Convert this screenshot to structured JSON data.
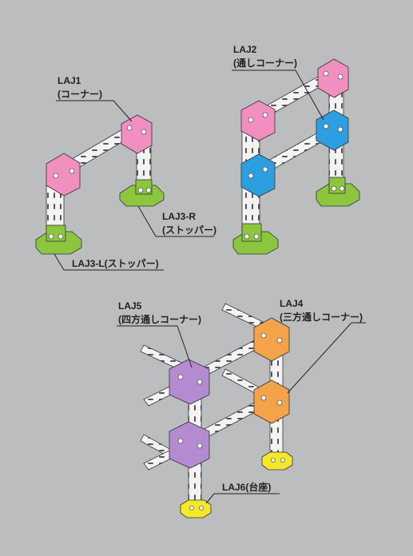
{
  "colors": {
    "background": "#bcbdbf",
    "pink": "#f18fc0",
    "blue": "#2d9fe0",
    "green": "#8cc63f",
    "purple": "#b48ad0",
    "orange": "#f5a34a",
    "yellow": "#f5e82a",
    "pipe": "#f3f3f3"
  },
  "labels": {
    "laj1_name": "LAJ1",
    "laj1_desc": "(コーナー)",
    "laj2_name": "LAJ2",
    "laj2_desc": "(通しコーナー)",
    "laj3r_name": "LAJ3-R",
    "laj3r_desc": "(ストッパー)",
    "laj3l": "LAJ3-L(ストッパー)",
    "laj5_name": "LAJ5",
    "laj5_desc": "(四方通しコーナー)",
    "laj4_name": "LAJ4",
    "laj4_desc": "(三方通しコーナー)",
    "laj6": "LAJ6(台座)"
  }
}
